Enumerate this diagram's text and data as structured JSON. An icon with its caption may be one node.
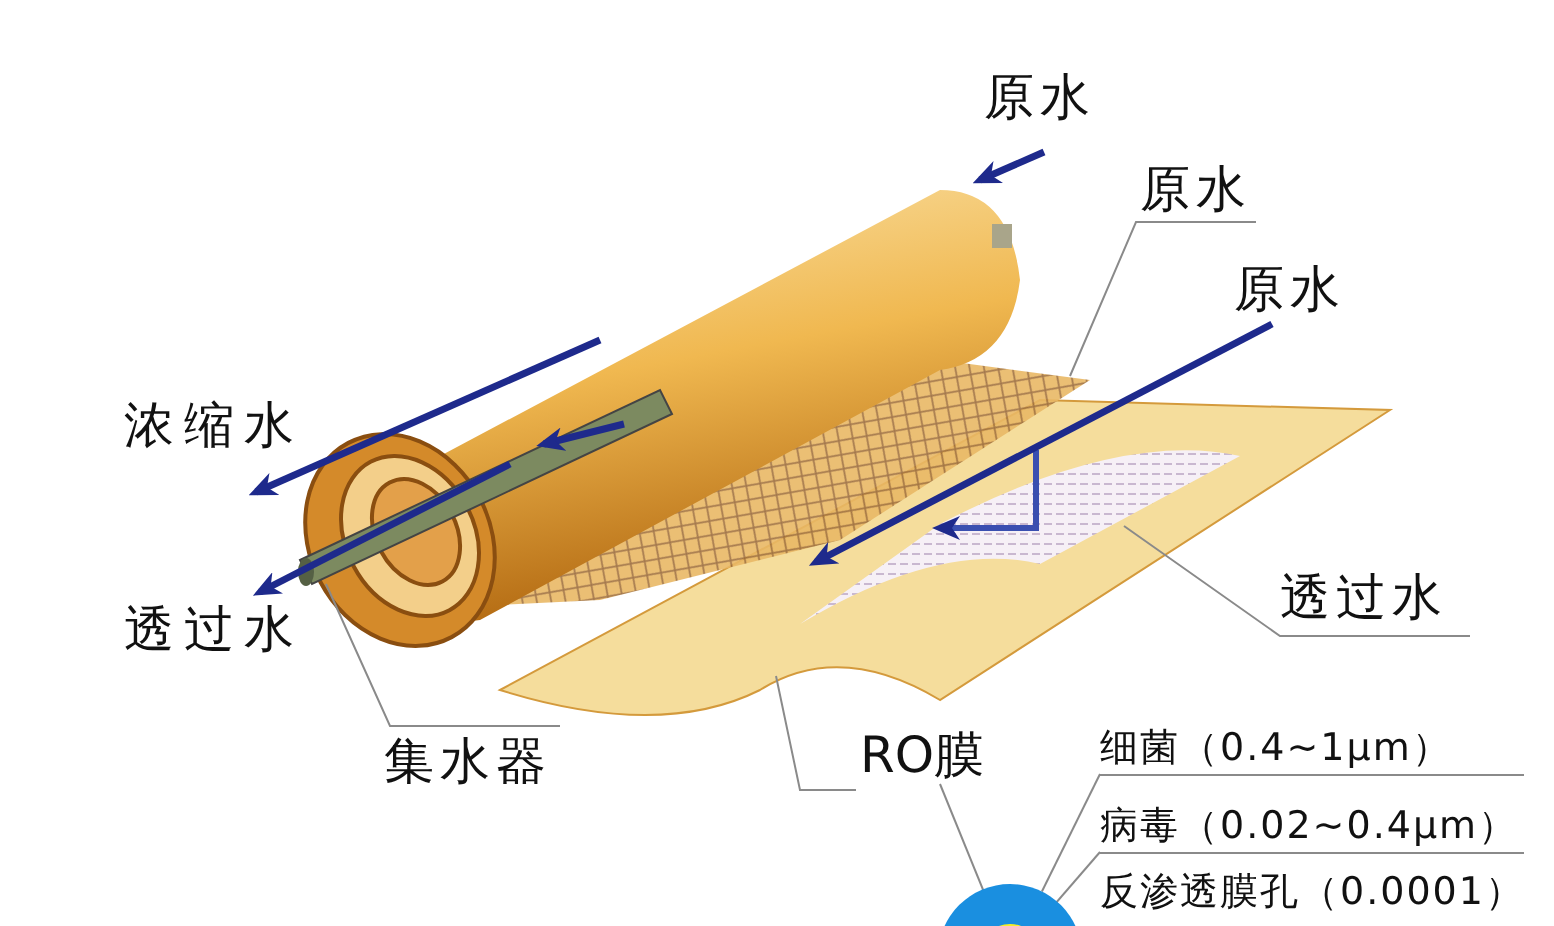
{
  "diagram": {
    "nodes": [
      {
        "text": [
          "原水"
        ]
      },
      {
        "text": [
          "透过水"
        ]
      },
      {
        "text": [
          "集水器"
        ]
      },
      {
        "text": [
          "RO膜"
        ]
      },
      {
        "text": [
          "细菌（0.4~1μm）"
        ]
      },
      {
        "text": [
          "病毒（0.02~0.4μm）"
        ]
      },
      {
        "text": [],
        "shape": "circle"
      },
      {
        "text": [],
        "shape": "circle",
        "in": 6
      }
    ],
    "edges": [
      {
        "from": 0,
        "to": null,
        "arrow": "none"
      },
      {
        "from": 1,
        "to": null,
        "arrow": "none"
      },
      {
        "from": 2,
        "to": null,
        "arrow": "none"
      },
      {
        "from": 3,
        "to": null,
        "arrow": "none"
      },
      {
        "from": 3,
        "to": 7,
        "arrow": "none"
      },
      {
        "from": 4,
        "to": 6,
        "arrow": "none"
      },
      {
        "from": 5,
        "to": 7,
        "arrow": "none"
      }
    ],
    "labels": [
      "原水",
      "原水",
      "浓缩水",
      "透过水",
      "反渗透膜孔（0.0001）"
    ]
  }
}
